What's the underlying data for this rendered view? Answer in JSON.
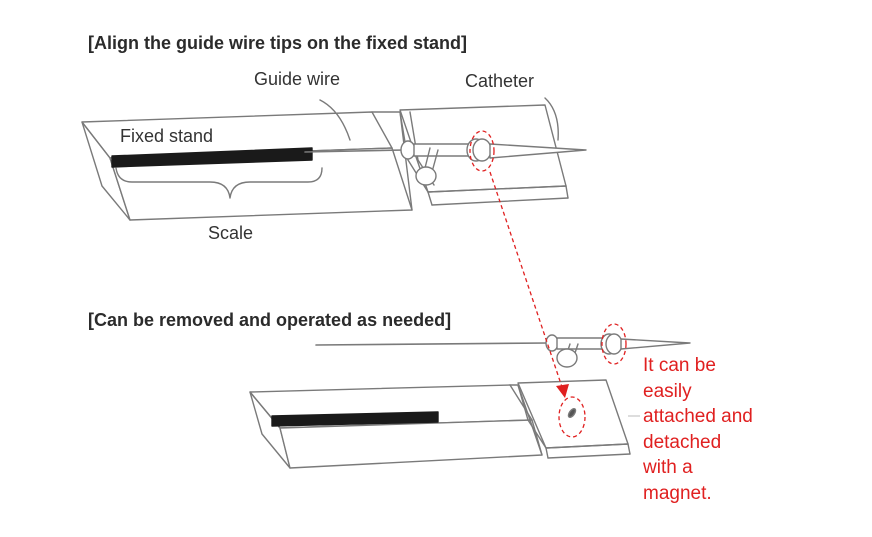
{
  "headings": {
    "top": "[Align the guide wire tips on the fixed stand]",
    "bottom": "[Can be removed and operated as needed]"
  },
  "labels": {
    "guide_wire": "Guide wire",
    "catheter": "Catheter",
    "fixed_stand": "Fixed stand",
    "scale": "Scale"
  },
  "note": {
    "lines": [
      "It can be",
      "easily",
      "attached and",
      "detached",
      "with a",
      "magnet."
    ]
  },
  "colors": {
    "line": "#7a7a7a",
    "scale_bar": "#1a1a1a",
    "accent": "#e02020"
  }
}
